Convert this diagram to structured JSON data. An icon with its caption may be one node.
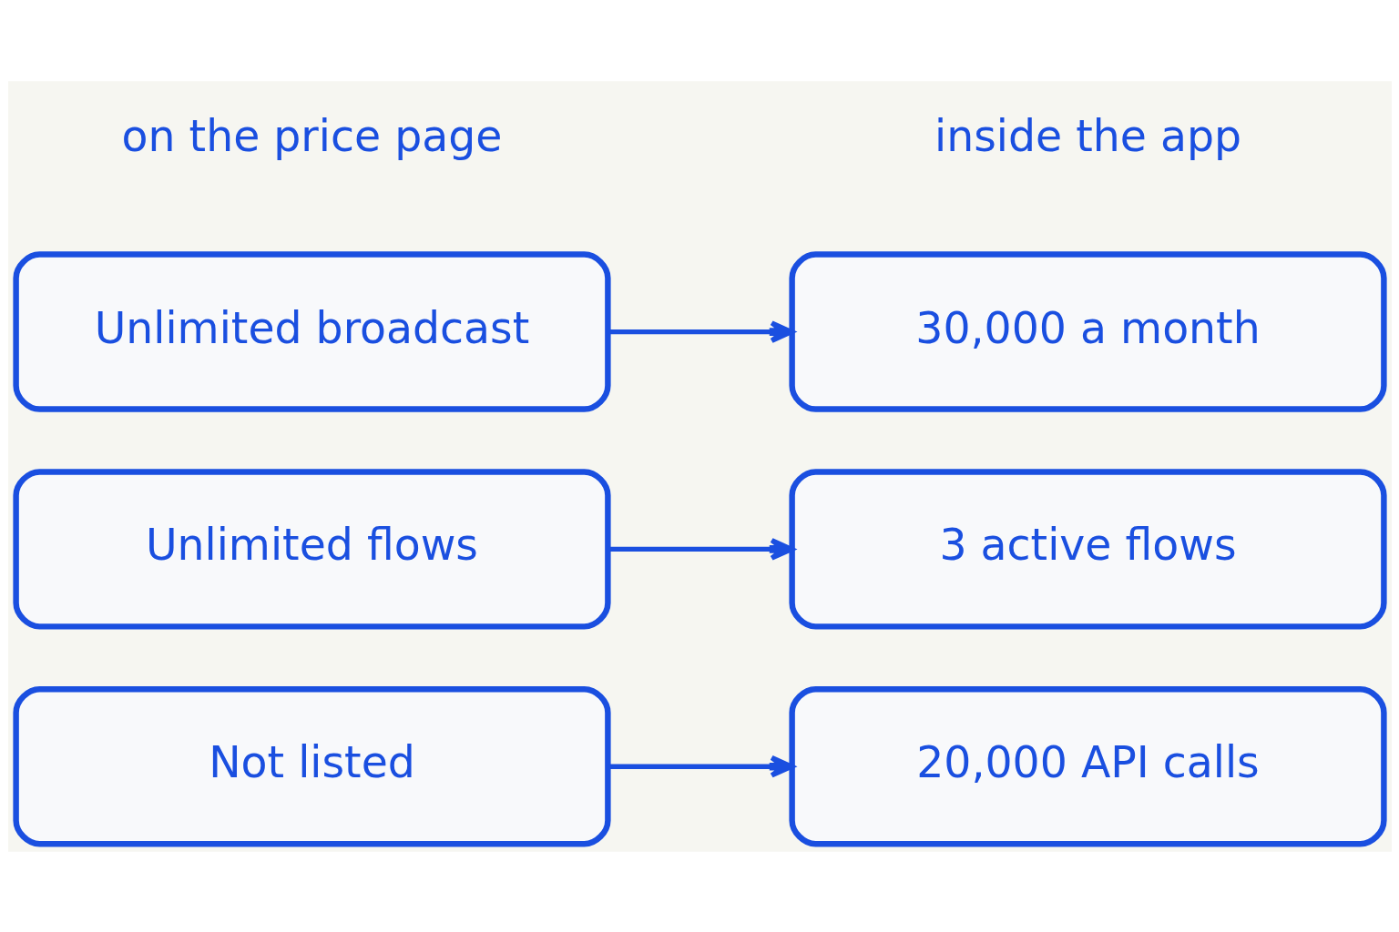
{
  "diagram": {
    "nodes": [
      {
        "text": [
          "Unlimited broadcast"
        ]
      },
      {
        "text": [
          "30,000 a month"
        ]
      },
      {
        "text": [
          "Unlimited flows"
        ]
      },
      {
        "text": [
          "3 active flows"
        ]
      },
      {
        "text": [
          "Not listed"
        ]
      },
      {
        "text": [
          "20,000 API calls"
        ]
      }
    ],
    "edges": [
      {
        "from": 0,
        "to": 1,
        "arrow": "to"
      },
      {
        "from": 2,
        "to": 3,
        "arrow": "to"
      },
      {
        "from": 4,
        "to": 5,
        "arrow": "to"
      }
    ],
    "labels": [
      "on the price page",
      "inside the app"
    ]
  }
}
